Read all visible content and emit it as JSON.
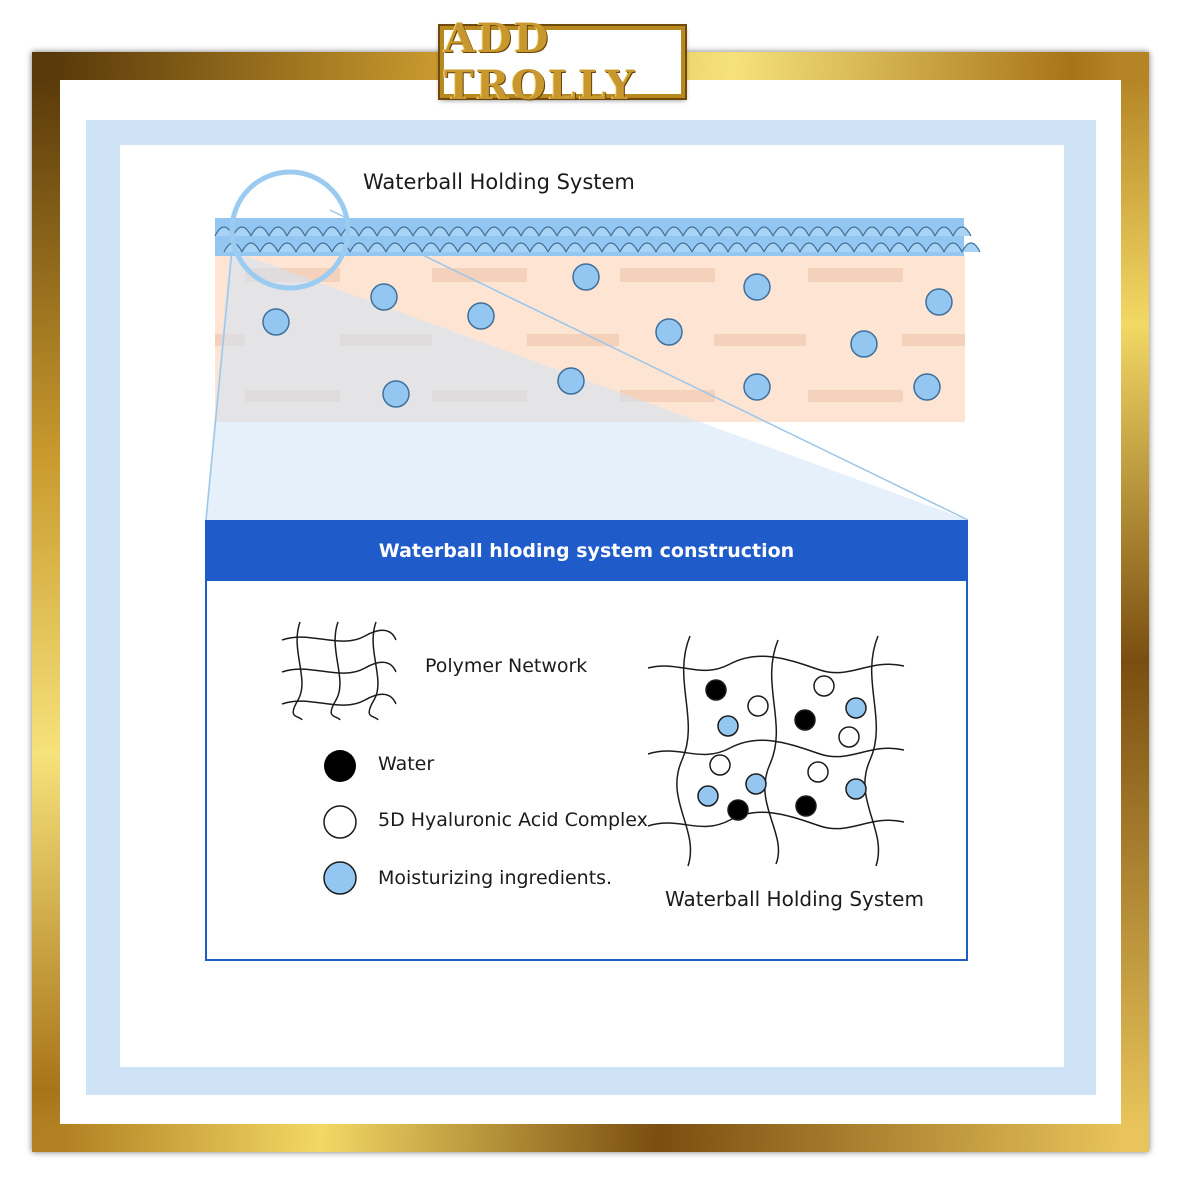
{
  "logo": {
    "text": "ADD TROLLY"
  },
  "top_diagram": {
    "title": "Waterball Holding System"
  },
  "construction": {
    "title": "Waterball hloding system construction",
    "legend": {
      "polymer_network": "Polymer Network",
      "water": "Water",
      "hyaluronic": "5D Hyaluronic Acid Complex",
      "moisturizing": "Moisturizing ingredients."
    },
    "caption": "Waterball Holding System"
  },
  "colors": {
    "gold": "#c8982e",
    "mat_blue": "#cfe3f7",
    "header_blue": "#1f5cc9",
    "water_ball": "#93c7f2",
    "skin": "#fde4d3",
    "skin_band": "#f0cdb6"
  }
}
